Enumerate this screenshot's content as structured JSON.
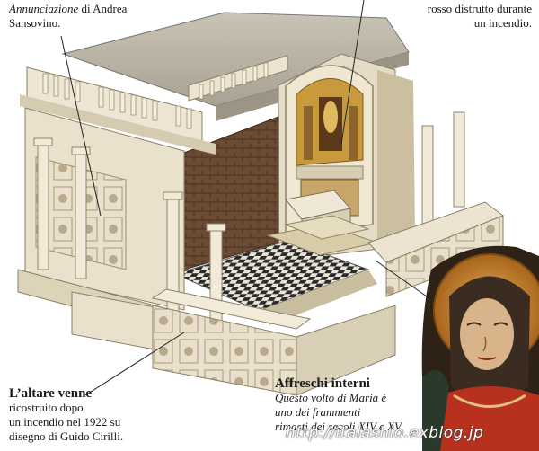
{
  "captions": {
    "annunciazione": {
      "line1_italic": "Annunciazione",
      "line1_rest": " di Andrea",
      "line2": "Sansovino."
    },
    "rosso": {
      "line1": "rosso distrutto durante",
      "line2": "un incendio."
    },
    "altare": {
      "title": "L’altare venne",
      "lines": [
        "ricostruito dopo",
        "un incendio nel 1922 su",
        "disegno di Guido Cirilli."
      ]
    },
    "affreschi": {
      "title": "Affreschi interni",
      "lines": [
        "Questo volto di Maria è",
        "uno dei frammenti",
        "rimasti dei secoli XIV e XV."
      ]
    }
  },
  "watermark": "http://italashio.exblog.jp",
  "colors": {
    "marble": "#ece4d2",
    "marble_shadow": "#cfc4ab",
    "brick": "#6a4a34",
    "floor_dark": "#2a2a2a",
    "gold": "#c89a3c",
    "madonna_red": "#b8301e",
    "halo": "#d9a04a"
  }
}
